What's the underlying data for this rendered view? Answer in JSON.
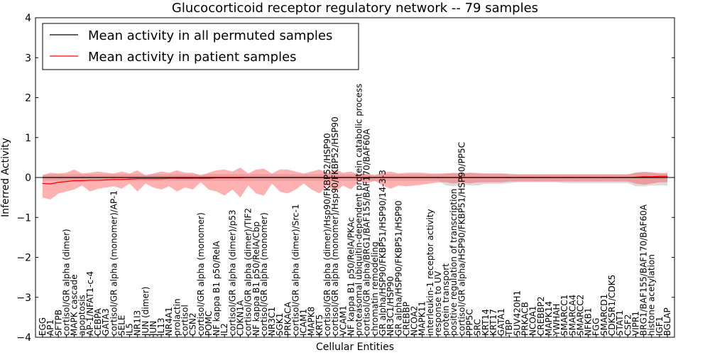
{
  "chart_data": {
    "type": "line",
    "title": "Glucocorticoid receptor regulatory network -- 79 samples",
    "xlabel": "Cellular Entities",
    "ylabel": "Inferred Activity",
    "ylim": [
      -4,
      4
    ],
    "yticks": [
      -4,
      -3,
      -2,
      -1,
      0,
      1,
      2,
      3,
      4
    ],
    "grid": false,
    "legend_position": "top-left",
    "categories": [
      "EGG",
      "AP1",
      "SFTPB",
      "cortisol/GR alpha (dimer)",
      "MAPK cascade",
      "apoptosis",
      "AP-1/NFAT1-c-4",
      "CEBPA",
      "GATA3",
      "cortisol/GR alpha (monomer)/AP-1",
      "SELE",
      "IL5",
      "NR1I3",
      "JUN (dimer)",
      "JUN",
      "IL13",
      "NR4A1",
      "prolactin",
      "cortisol",
      "CSN2",
      "cortisol/GR alpha (monomer)",
      "POMC",
      "NF kappa B1 p50/RelA",
      "IL2",
      "cortisol/GR alpha (dimer)/p53",
      "CDKN1A",
      "cortisol/GR alpha (dimer)/TIF2",
      "NF kappa B1 p50/RelA/Cbp",
      "cortisol/GR alpha (monomer)",
      "NR3C1",
      "SGK1",
      "PRKACA",
      "cortisol/GR alpha (dimer)/Src-1",
      "ICAM1",
      "MAPK8",
      "KRT5",
      "cortisol/GR alpha (dimer)/Hsp90/FKBP52/HSP90",
      "cortisol/GR alpha (monomer)/Hsp90/FKBP52/HSP90",
      "VCAM1",
      "NF kappa B1 p50/RelA/PKAc",
      "proteasomal ubiquitin-dependent protein catabolic process",
      "cortisol/GR alpha/BRG1/BAF155/BAF170/BAF60A",
      "chromatin remodeling",
      "GR alpha/HSP90/FKBP51/HSP90/14-3-3",
      "NR3C1/HSP90",
      "GR alpha/HSP90/FKBP51/HSP90",
      "CREBBP",
      "NCOA2",
      "MAPK11",
      "interleukin-1 receptor activity",
      "response to UV",
      "protein transport",
      "positive regulation of transcription",
      "cortisol/GR alpha/HSP90/FKBP51/HSP90/PP5C",
      "PPP5C",
      "SRC",
      "KRT14",
      "KRT17",
      "GATA1",
      "TBP",
      "SUV420H1",
      "PRKACB",
      "NCOA1",
      "CREBBP2",
      "MAPK14",
      "YWHAH",
      "SMARCC1",
      "SMARCA4",
      "SMARCC2",
      "NFKB1",
      "FGG",
      "SMARCD1",
      "CDK5R1/CDK5",
      "STAT1",
      "CSF2",
      "VIPR1",
      "BRG1/BAF155/BAF170/BAF60A",
      "histone acetylation",
      "IGF1",
      "BGLAP"
    ],
    "series": [
      {
        "name": "Mean activity in all permuted samples",
        "color": "#000000",
        "values": [
          0,
          0,
          0,
          0,
          0,
          0,
          0,
          0,
          0,
          0,
          0,
          0,
          0,
          0,
          0,
          0,
          0,
          0,
          0,
          0,
          0,
          0,
          0,
          0,
          0,
          0,
          0,
          0,
          0,
          0,
          0,
          0,
          0,
          0,
          0,
          0,
          0,
          0,
          0,
          0,
          0,
          0,
          0,
          0,
          0,
          0,
          0,
          0,
          0,
          0,
          0,
          0,
          0,
          0,
          0,
          0,
          0,
          0,
          0,
          0,
          0,
          0,
          0,
          0,
          0,
          0,
          0,
          0,
          0,
          0,
          0,
          0,
          0,
          0,
          0,
          0,
          0,
          0,
          0,
          0
        ],
        "band_upper": [
          0.08,
          0.08,
          0.08,
          0.08,
          0.08,
          0.08,
          0.08,
          0.08,
          0.08,
          0.08,
          0.08,
          0.08,
          0.08,
          0.08,
          0.08,
          0.08,
          0.08,
          0.08,
          0.08,
          0.08,
          0.08,
          0.08,
          0.08,
          0.08,
          0.08,
          0.08,
          0.08,
          0.08,
          0.08,
          0.08,
          0.08,
          0.08,
          0.08,
          0.08,
          0.08,
          0.08,
          0.08,
          0.08,
          0.08,
          0.08,
          0.08,
          0.08,
          0.08,
          0.08,
          0.08,
          0.08,
          0.08,
          0.08,
          0.08,
          0.08,
          0.08,
          0.1,
          0.1,
          0.1,
          0.12,
          0.12,
          0.1,
          0.1,
          0.1,
          0.1,
          0.08,
          0.08,
          0.08,
          0.08,
          0.08,
          0.08,
          0.08,
          0.08,
          0.08,
          0.08,
          0.08,
          0.08,
          0.08,
          0.08,
          0.08,
          0.12,
          0.14,
          0.14,
          0.12,
          0.12
        ],
        "band_lower": [
          -0.08,
          -0.08,
          -0.08,
          -0.08,
          -0.08,
          -0.08,
          -0.08,
          -0.08,
          -0.08,
          -0.08,
          -0.08,
          -0.08,
          -0.08,
          -0.08,
          -0.08,
          -0.08,
          -0.08,
          -0.08,
          -0.08,
          -0.08,
          -0.08,
          -0.08,
          -0.08,
          -0.08,
          -0.08,
          -0.08,
          -0.08,
          -0.08,
          -0.08,
          -0.08,
          -0.08,
          -0.08,
          -0.08,
          -0.08,
          -0.08,
          -0.08,
          -0.08,
          -0.08,
          -0.08,
          -0.08,
          -0.08,
          -0.08,
          -0.08,
          -0.08,
          -0.08,
          -0.08,
          -0.08,
          -0.08,
          -0.08,
          -0.08,
          -0.08,
          -0.2,
          -0.22,
          -0.18,
          -0.2,
          -0.2,
          -0.16,
          -0.16,
          -0.16,
          -0.14,
          -0.12,
          -0.12,
          -0.12,
          -0.12,
          -0.12,
          -0.12,
          -0.14,
          -0.14,
          -0.14,
          -0.14,
          -0.14,
          -0.14,
          -0.14,
          -0.14,
          -0.14,
          -0.22,
          -0.22,
          -0.2,
          -0.2,
          -0.2
        ]
      },
      {
        "name": "Mean activity in patient samples",
        "color": "#ff0000",
        "values": [
          -0.15,
          -0.16,
          -0.12,
          -0.1,
          -0.08,
          -0.08,
          -0.07,
          -0.07,
          -0.06,
          -0.05,
          -0.05,
          -0.04,
          -0.03,
          -0.03,
          -0.03,
          -0.03,
          -0.02,
          -0.02,
          -0.02,
          -0.02,
          -0.02,
          -0.02,
          -0.01,
          -0.01,
          -0.01,
          -0.01,
          0,
          0,
          0,
          0,
          0,
          0,
          0,
          0,
          0,
          0,
          0,
          0,
          0,
          0,
          0,
          0,
          0,
          0,
          0,
          0,
          0,
          0,
          0,
          0,
          0,
          0,
          0,
          0,
          0,
          0,
          0,
          0,
          0,
          0,
          0,
          0,
          0,
          0,
          0,
          0,
          0,
          0,
          0,
          0,
          0,
          0,
          0,
          0,
          0,
          0.01,
          0.02,
          0.02,
          0.03,
          0.03
        ],
        "band_upper": [
          0.05,
          0.12,
          0.1,
          0.12,
          0.2,
          0.1,
          0.12,
          0.15,
          0.12,
          0.1,
          0.15,
          0.1,
          0.18,
          0.05,
          0.1,
          0.15,
          0.12,
          0.18,
          0.12,
          0.12,
          0.05,
          0.12,
          0.18,
          0.2,
          0.15,
          0.25,
          0.1,
          0.2,
          0.22,
          0.1,
          0.2,
          0.2,
          0.15,
          0.1,
          0.15,
          0.2,
          0.12,
          0.2,
          0.12,
          0.15,
          0.08,
          0.1,
          0.05,
          0.12,
          0.15,
          0.1,
          0.12,
          0.12,
          0.12,
          0.1,
          0.1,
          0.1,
          0.12,
          0.1,
          0.12,
          0.1,
          0.1,
          0.1,
          0.1,
          0.08,
          0.08,
          0.08,
          0.08,
          0.08,
          0.08,
          0.08,
          0.08,
          0.08,
          0.08,
          0.08,
          0.08,
          0.08,
          0.08,
          0.08,
          0.08,
          0.12,
          0.14,
          0.12,
          0.1,
          0.1
        ],
        "band_lower": [
          -0.5,
          -0.55,
          -0.4,
          -0.35,
          -0.3,
          -0.2,
          -0.35,
          -0.28,
          -0.25,
          -0.22,
          -0.28,
          -0.15,
          -0.35,
          -0.15,
          -0.25,
          -0.3,
          -0.22,
          -0.35,
          -0.25,
          -0.3,
          -0.12,
          -0.3,
          -0.35,
          -0.45,
          -0.3,
          -0.5,
          -0.2,
          -0.4,
          -0.45,
          -0.15,
          -0.35,
          -0.4,
          -0.3,
          -0.15,
          -0.3,
          -0.4,
          -0.2,
          -0.35,
          -0.2,
          -0.3,
          -0.1,
          -0.15,
          -0.08,
          -0.2,
          -0.28,
          -0.2,
          -0.22,
          -0.2,
          -0.18,
          -0.15,
          -0.12,
          -0.12,
          -0.15,
          -0.12,
          -0.15,
          -0.12,
          -0.12,
          -0.12,
          -0.12,
          -0.1,
          -0.1,
          -0.1,
          -0.1,
          -0.1,
          -0.1,
          -0.1,
          -0.1,
          -0.1,
          -0.1,
          -0.1,
          -0.1,
          -0.1,
          -0.1,
          -0.1,
          -0.1,
          -0.15,
          -0.18,
          -0.15,
          -0.12,
          -0.12
        ]
      }
    ]
  }
}
